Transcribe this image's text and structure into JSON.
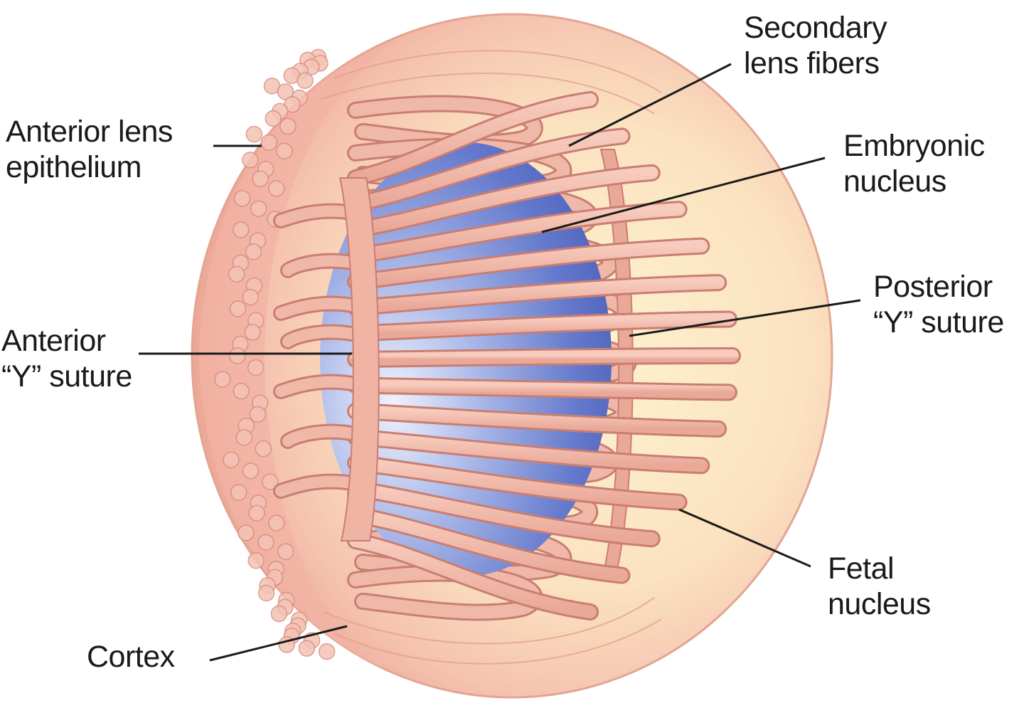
{
  "labels": {
    "secondary_lens_fibers": [
      "Secondary",
      "lens fibers"
    ],
    "embryonic_nucleus": [
      "Embryonic",
      "nucleus"
    ],
    "posterior_y_suture": [
      "Posterior",
      "“Y” suture"
    ],
    "fetal_nucleus": [
      "Fetal",
      "nucleus"
    ],
    "anterior_lens_epithelium": [
      "Anterior lens",
      "epithelium"
    ],
    "anterior_y_suture": [
      "Anterior",
      "“Y” suture"
    ],
    "cortex": [
      "Cortex"
    ]
  },
  "colors": {
    "lens_outer": "#f2b8ab",
    "lens_inner": "#fdf0c8",
    "fiber": "#f0b8a8",
    "fiber_edge": "#c97e72",
    "nucleus": "#5b6fc4",
    "nucleus_light": "#dfe6f8",
    "leader_line": "#1a1a1a"
  }
}
